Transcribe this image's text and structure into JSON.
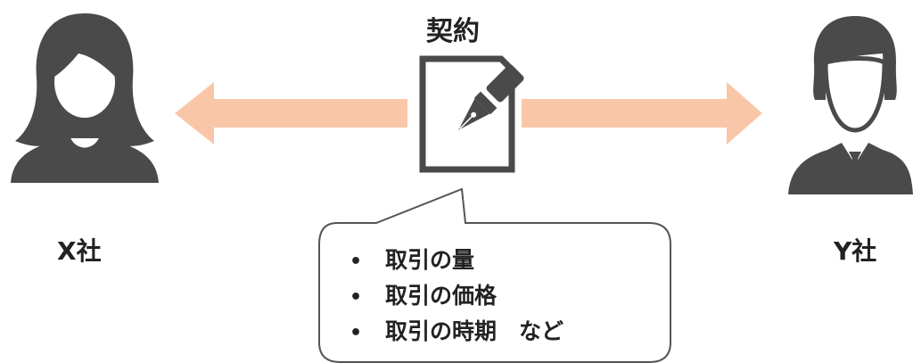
{
  "title": "契約",
  "left_party": {
    "label": "X社",
    "icon": "woman-person-icon"
  },
  "right_party": {
    "label": "Y社",
    "icon": "man-person-icon"
  },
  "center": {
    "icon": "contract-pen-icon"
  },
  "bubble": {
    "items": [
      "取引の量",
      "取引の価格",
      "取引の時期　など"
    ]
  },
  "colors": {
    "arrow": "#f9c7a8",
    "icon": "#4a4a4a",
    "text": "#222222",
    "bubble_border": "#555555"
  }
}
